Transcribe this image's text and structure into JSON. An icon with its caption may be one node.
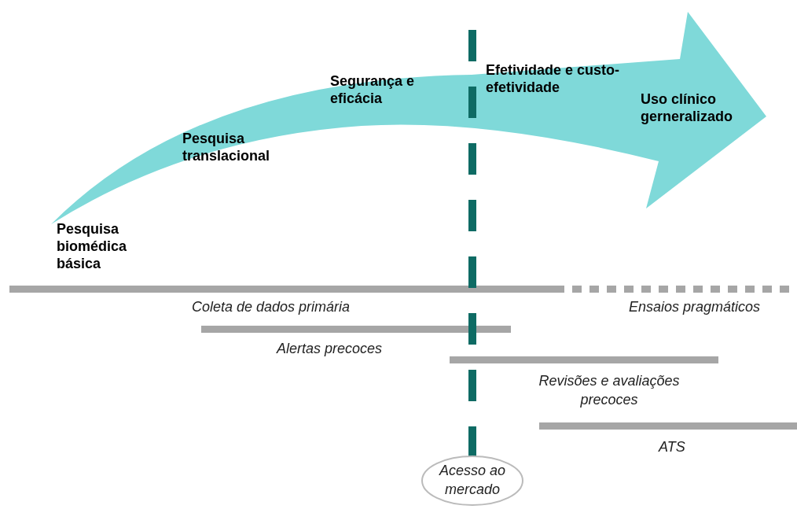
{
  "diagram": {
    "nodes": [
      {
        "text": [
          "Pesquisa translacional",
          "Segurança e eficácia",
          "Efetividade e custo-efetividade",
          "Uso clínico gerneralizado"
        ]
      },
      {
        "text": [
          "Acesso ao mercado"
        ]
      }
    ],
    "edges": [],
    "labels": [
      "Pesquisa biomédica básica",
      "Coleta de dados primária",
      "Ensaios pragmáticos",
      "Alertas precoces",
      "Revisões e avaliações precoces",
      "ATS"
    ]
  }
}
